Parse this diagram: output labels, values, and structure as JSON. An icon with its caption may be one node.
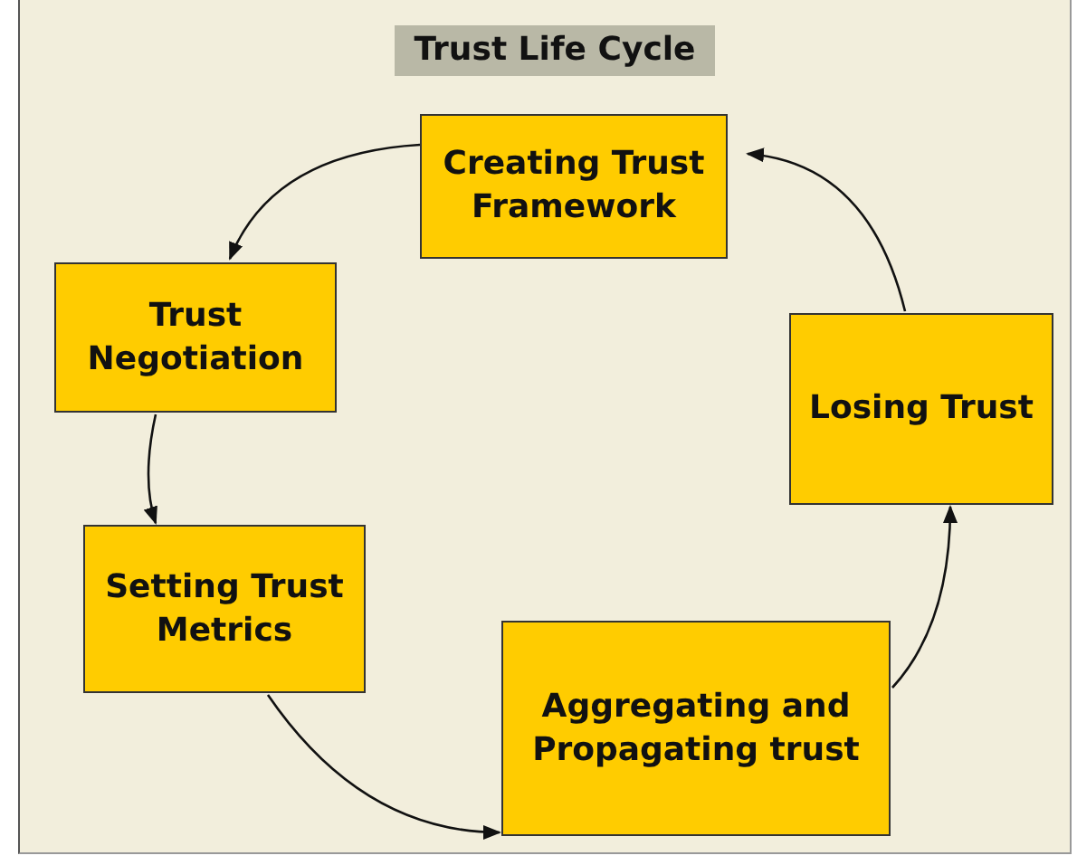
{
  "diagram": {
    "title": "Trust Life Cycle",
    "nodes": [
      {
        "text": [
          "Creating Trust Framework"
        ]
      },
      {
        "text": [
          "Trust Negotiation"
        ]
      },
      {
        "text": [
          "Setting Trust Metrics"
        ]
      },
      {
        "text": [
          "Aggregating and Propagating trust"
        ]
      },
      {
        "text": [
          "Losing Trust"
        ]
      }
    ],
    "edges": [
      {
        "from": 0,
        "to": 1,
        "arrow": "to"
      },
      {
        "from": 1,
        "to": 2,
        "arrow": "to"
      },
      {
        "from": 2,
        "to": 3,
        "arrow": "to"
      },
      {
        "from": 3,
        "to": 4,
        "arrow": "to"
      },
      {
        "from": 4,
        "to": 0,
        "arrow": "to"
      }
    ]
  }
}
